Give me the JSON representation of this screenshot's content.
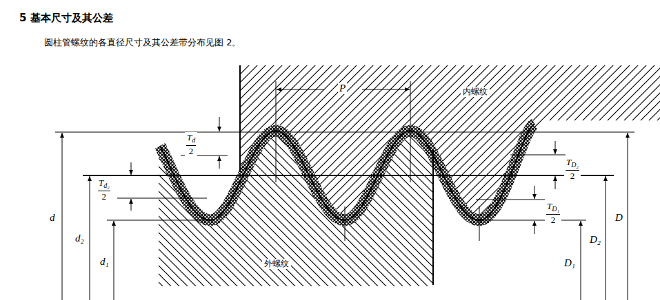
{
  "diagram": {
    "title": "5 基本尺寸及其公差",
    "labels": [
      "圆柱管螺纹的各直径尺寸及其公差带分布见图 2。",
      "P",
      "内螺纹",
      "外螺纹",
      "d",
      "d₂",
      "d₁",
      "D",
      "D₂",
      "D₁",
      "T",
      "d",
      "2",
      "T",
      "d₂",
      "2",
      "T",
      "D₂",
      "2",
      "T",
      "D₁",
      "2"
    ]
  }
}
